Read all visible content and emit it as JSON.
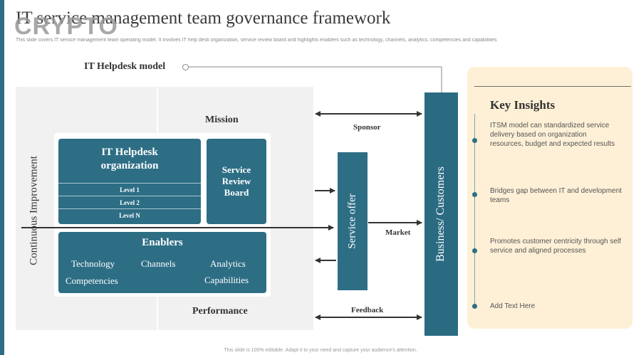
{
  "title": "IT service management team governance framework",
  "watermark": "CRYPTO",
  "subtitle": "This slide covers IT service management team operating model. It involves IT help desk organization, service review board and highlights enablers such as technology, channels, analytics, competencies and capabilities",
  "diagram": {
    "helpdesk_model_label": "IT Helpdesk model",
    "continuous_improvement": "Continuous Improvement",
    "mission": "Mission",
    "performance": "Performance",
    "org": {
      "title_line1": "IT Helpdesk",
      "title_line2": "organization",
      "levels": [
        "Level 1",
        "Level 2",
        "Level N"
      ]
    },
    "service_review_board": [
      "Service",
      "Review",
      "Board"
    ],
    "enablers": {
      "title": "Enablers",
      "items": [
        "Technology",
        "Channels",
        "Analytics",
        "Competencies",
        "Capabilities"
      ]
    },
    "service_offer": "Service offer",
    "business_customers": "Business/ Customers",
    "flows": {
      "sponsor": "Sponsor",
      "market": "Market",
      "feedback": "Feedback"
    }
  },
  "insights": {
    "title": "Key Insights",
    "items": [
      "ITSM model can standardized service delivery based on organization resources, budget and expected results",
      "Bridges gap between IT and development teams",
      "Promotes customer centricity through self service and aligned processes",
      "Add Text Here"
    ]
  },
  "footer": "This slide is 100% editable. Adapt it to your need and capture your audience's attention.",
  "colors": {
    "teal": "#2d6e85",
    "insights_bg": "#fdf0d6",
    "panel_bg": "#f1f1f1"
  }
}
